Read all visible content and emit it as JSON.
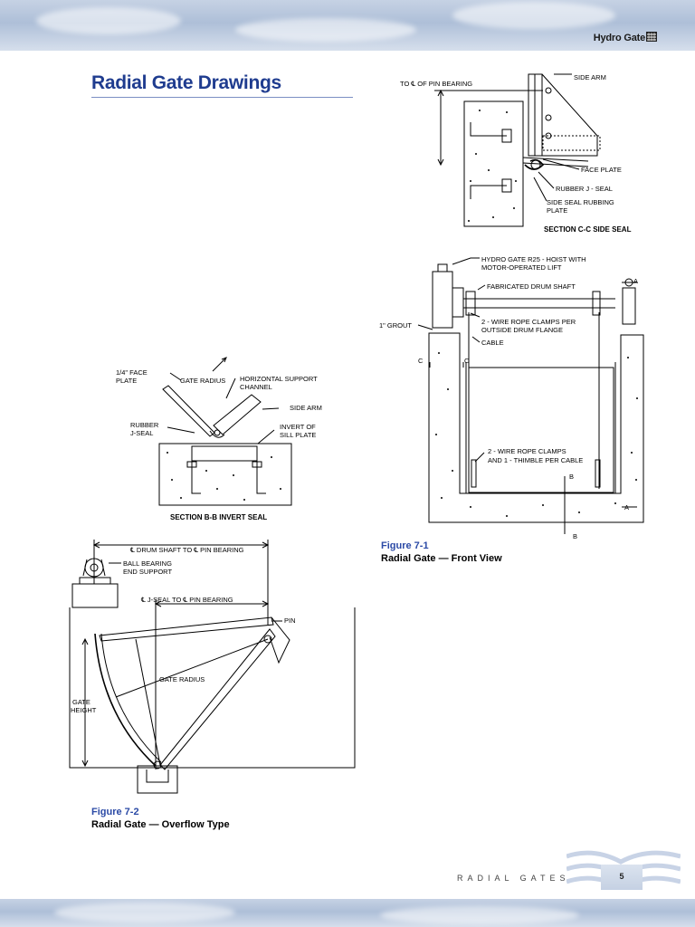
{
  "header": {
    "brand": "Hydro Gate"
  },
  "page": {
    "title": "Radial Gate Drawings"
  },
  "section_cc": {
    "labels": {
      "pin_bearing": "TO ℄ OF PIN BEARING",
      "side_arm": "SIDE ARM",
      "face_plate": "FACE PLATE",
      "rubber_j_seal": "RUBBER J - SEAL",
      "rubbing_plate_1": "SIDE SEAL RUBBING",
      "rubbing_plate_2": "PLATE"
    },
    "title": "SECTION C-C SIDE SEAL"
  },
  "front_view": {
    "labels": {
      "hoist_1": "HYDRO GATE R25 - HOIST WITH",
      "hoist_2": "MOTOR-OPERATED LIFT",
      "drum_shaft": "FABRICATED DRUM SHAFT",
      "grout": "1\" GROUT",
      "clamps_1": "2 - WIRE ROPE CLAMPS PER",
      "clamps_2": "OUTSIDE DRUM FLANGE",
      "cable": "CABLE",
      "c_left": "C",
      "c_right": "C",
      "a_top": "A",
      "a_bottom": "A",
      "thimble_1": "2 - WIRE ROPE CLAMPS",
      "thimble_2": "AND 1 - THIMBLE PER CABLE",
      "b_top": "B",
      "b_bottom": "B"
    },
    "figure_number": "Figure 7-1",
    "caption": "Radial Gate — Front View"
  },
  "section_bb": {
    "labels": {
      "face_plate_1": "1/4\" FACE",
      "face_plate_2": "PLATE",
      "gate_radius": "GATE RADIUS",
      "horizontal_1": "HORIZONTAL SUPPORT",
      "horizontal_2": "CHANNEL",
      "side_arm": "SIDE ARM",
      "rubber_1": "RUBBER",
      "rubber_2": "J-SEAL",
      "invert_1": "INVERT OF",
      "invert_2": "SILL PLATE"
    },
    "title": "SECTION B-B INVERT SEAL"
  },
  "overflow": {
    "labels": {
      "drum_to_pin": "℄ DRUM SHAFT TO ℄ PIN BEARING",
      "ball_bearing_1": "BALL BEARING",
      "ball_bearing_2": "END SUPPORT",
      "jseal_to_pin": "℄ J-SEAL TO ℄ PIN BEARING",
      "pin": "PIN",
      "gate_radius": "GATE RADIUS",
      "gate_height_1": "GATE",
      "gate_height_2": "HEIGHT"
    },
    "figure_number": "Figure 7-2",
    "caption": "Radial Gate — Overflow Type"
  },
  "footer": {
    "section_name": "RADIAL GATES",
    "page_number": "5"
  },
  "colors": {
    "title_blue": "#1f3c8f",
    "figure_blue": "#2b4aa6",
    "band": "#aebfd8"
  },
  "icons": {
    "brand_logo": "hydro-gate-logo",
    "footer_logo": "wave-logo"
  }
}
